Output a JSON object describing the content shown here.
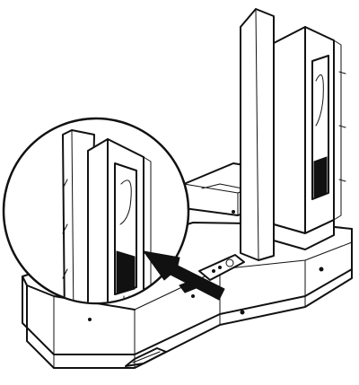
{
  "figure": {
    "subject": "card-printer-with-input-and-output-hoppers",
    "callout": "magnified-input-hopper",
    "pointer": "arrow-pointing-to-hopper-window",
    "colors": {
      "line": "#111111",
      "background": "#ffffff"
    }
  }
}
